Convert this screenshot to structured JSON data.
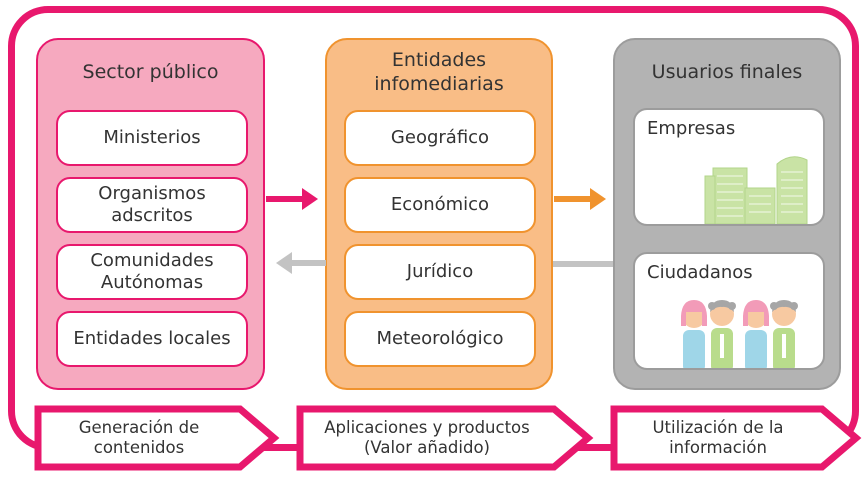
{
  "columns": {
    "public": {
      "title": "Sector público",
      "items": [
        "Ministerios",
        "Organismos\nadscritos",
        "Comunidades\nAutónomas",
        "Entidades locales"
      ]
    },
    "infomediaries": {
      "title": "Entidades\ninfomediarias",
      "items": [
        "Geográfico",
        "Económico",
        "Jurídico",
        "Meteorológico"
      ]
    },
    "users": {
      "title": "Usuarios finales",
      "items": [
        "Empresas",
        "Ciudadanos"
      ]
    }
  },
  "stages": [
    {
      "label": "Generación de\ncontenidos"
    },
    {
      "label": "Aplicaciones y productos\n(Valor añadido)"
    },
    {
      "label": "Utilización de la\ninformación"
    }
  ],
  "colors": {
    "magenta": "#e8186d",
    "pink_fill": "#f6a9bf",
    "orange": "#f0932e",
    "orange_fill": "#f9bd86",
    "gray": "#b3b3b3",
    "green": "#c9e3a5"
  },
  "icons": [
    "buildings-icon",
    "people-icon",
    "arrow-right-icon",
    "arrow-left-icon"
  ]
}
